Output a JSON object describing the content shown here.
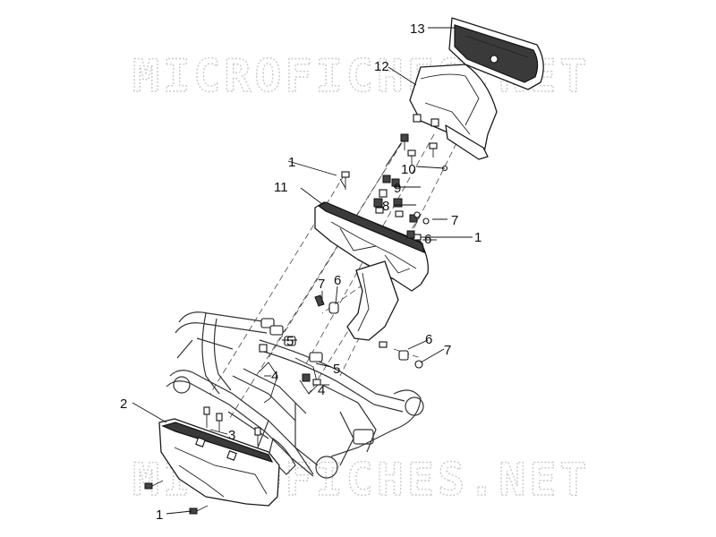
{
  "watermark": {
    "top": "MICROFICHES.NET",
    "bottom": "MICROFICHES.NET"
  },
  "callouts": {
    "c13": "13",
    "c12": "12",
    "c1a": "1",
    "c10": "10",
    "c9": "9",
    "c11": "11",
    "c8": "8",
    "c7a": "7",
    "c6a": "6",
    "c1b": "1",
    "c7b": "7",
    "c6b": "6",
    "c5a": "5",
    "c6c": "6",
    "c7c": "7",
    "c5b": "5",
    "c4a": "4",
    "c4b": "4",
    "c2": "2",
    "c3": "3",
    "c1c": "1"
  }
}
